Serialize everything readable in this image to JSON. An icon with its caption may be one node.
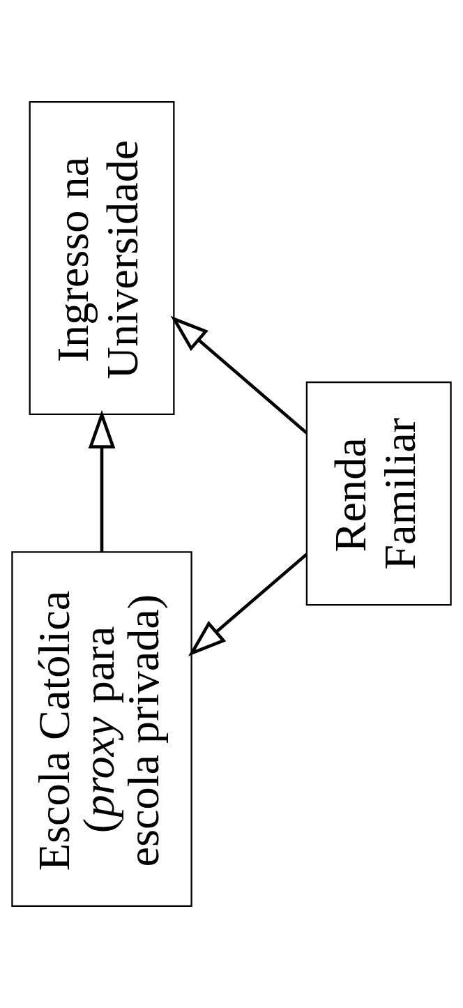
{
  "diagram": {
    "nodes": [
      {
        "text": [
          "Escola Católica (*proxy* para escola privada)"
        ]
      },
      {
        "text": [
          "Ingresso na Universidade"
        ]
      },
      {
        "text": [
          "Renda Familiar"
        ]
      }
    ],
    "edges": [
      {
        "from": 0,
        "to": 1,
        "arrow": "to"
      },
      {
        "from": 2,
        "to": 1,
        "arrow": "to"
      },
      {
        "from": 2,
        "to": 0,
        "arrow": "to"
      }
    ]
  }
}
